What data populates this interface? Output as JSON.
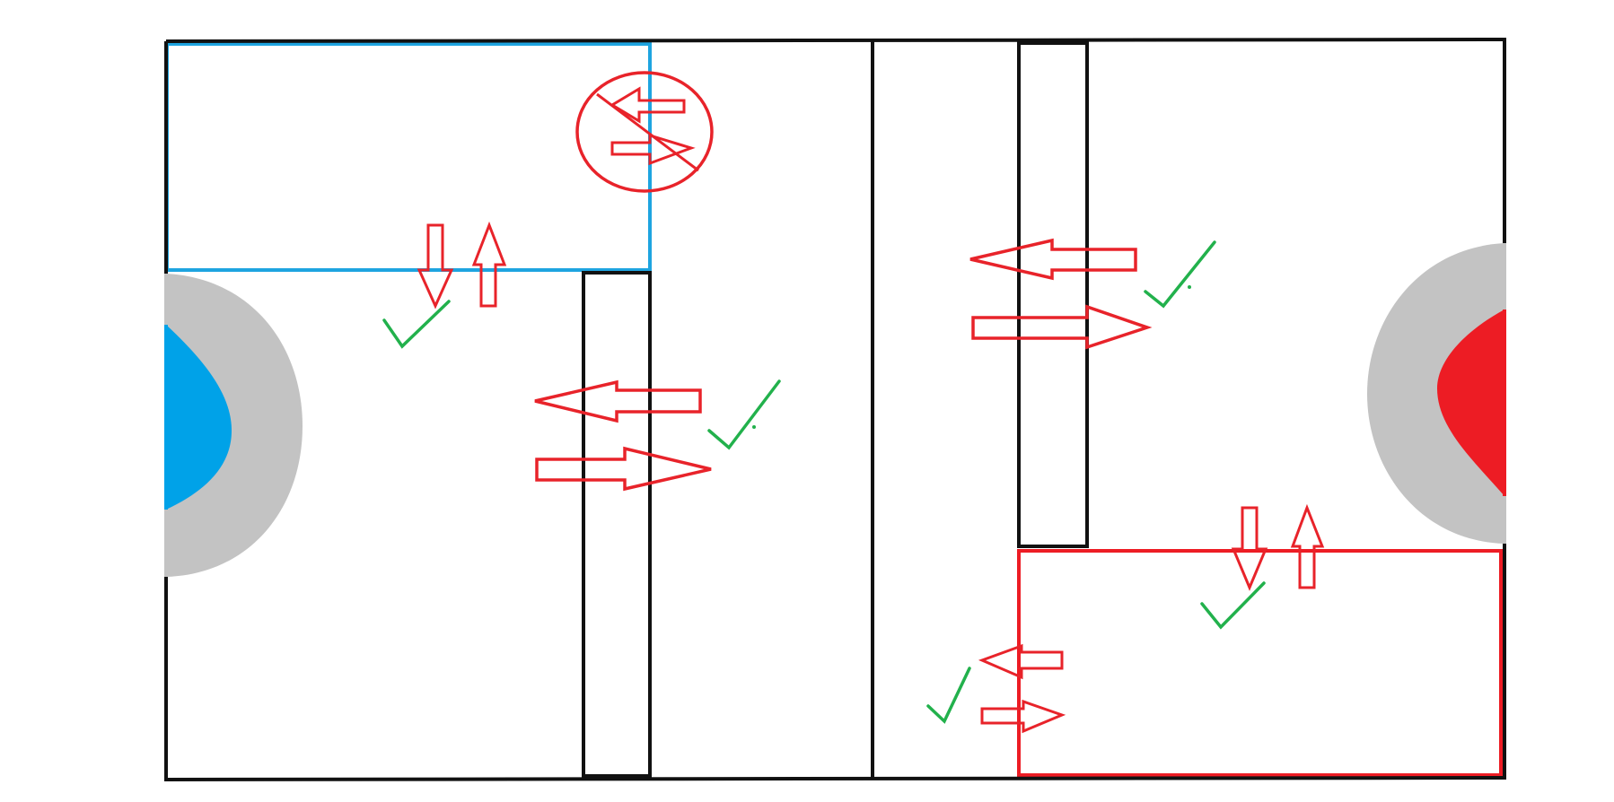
{
  "colors": {
    "background": "#ffffff",
    "court_line": "#111111",
    "blue_team": "#00a2e8",
    "blue_zone_outline": "#1ea4e0",
    "red_team": "#ed1c24",
    "red_arrow": "#e8232a",
    "approved": "#22b14c",
    "zone_gray": "#c3c3c3"
  },
  "diagram": {
    "left_half": {
      "goal_area_color": "blue",
      "zone_outline_color": "blue",
      "arrows": [
        {
          "id": "zone-down",
          "direction": "down",
          "allowed": true
        },
        {
          "id": "zone-up",
          "direction": "up",
          "allowed": true
        },
        {
          "id": "corner-left",
          "direction": "left",
          "allowed": false
        },
        {
          "id": "corner-right",
          "direction": "right",
          "allowed": false
        },
        {
          "id": "middle-left",
          "direction": "left",
          "allowed": true
        },
        {
          "id": "middle-right",
          "direction": "right",
          "allowed": true
        }
      ],
      "prohibited_symbol": "circle-with-slash"
    },
    "right_half": {
      "goal_area_color": "red",
      "zone_outline_color": "red",
      "arrows": [
        {
          "id": "upper-left",
          "direction": "left",
          "allowed": true
        },
        {
          "id": "upper-right",
          "direction": "right",
          "allowed": true
        },
        {
          "id": "zone-down",
          "direction": "down",
          "allowed": true
        },
        {
          "id": "zone-up",
          "direction": "up",
          "allowed": true
        },
        {
          "id": "bottom-left",
          "direction": "left",
          "allowed": true
        },
        {
          "id": "bottom-right",
          "direction": "right",
          "allowed": true
        }
      ]
    }
  }
}
